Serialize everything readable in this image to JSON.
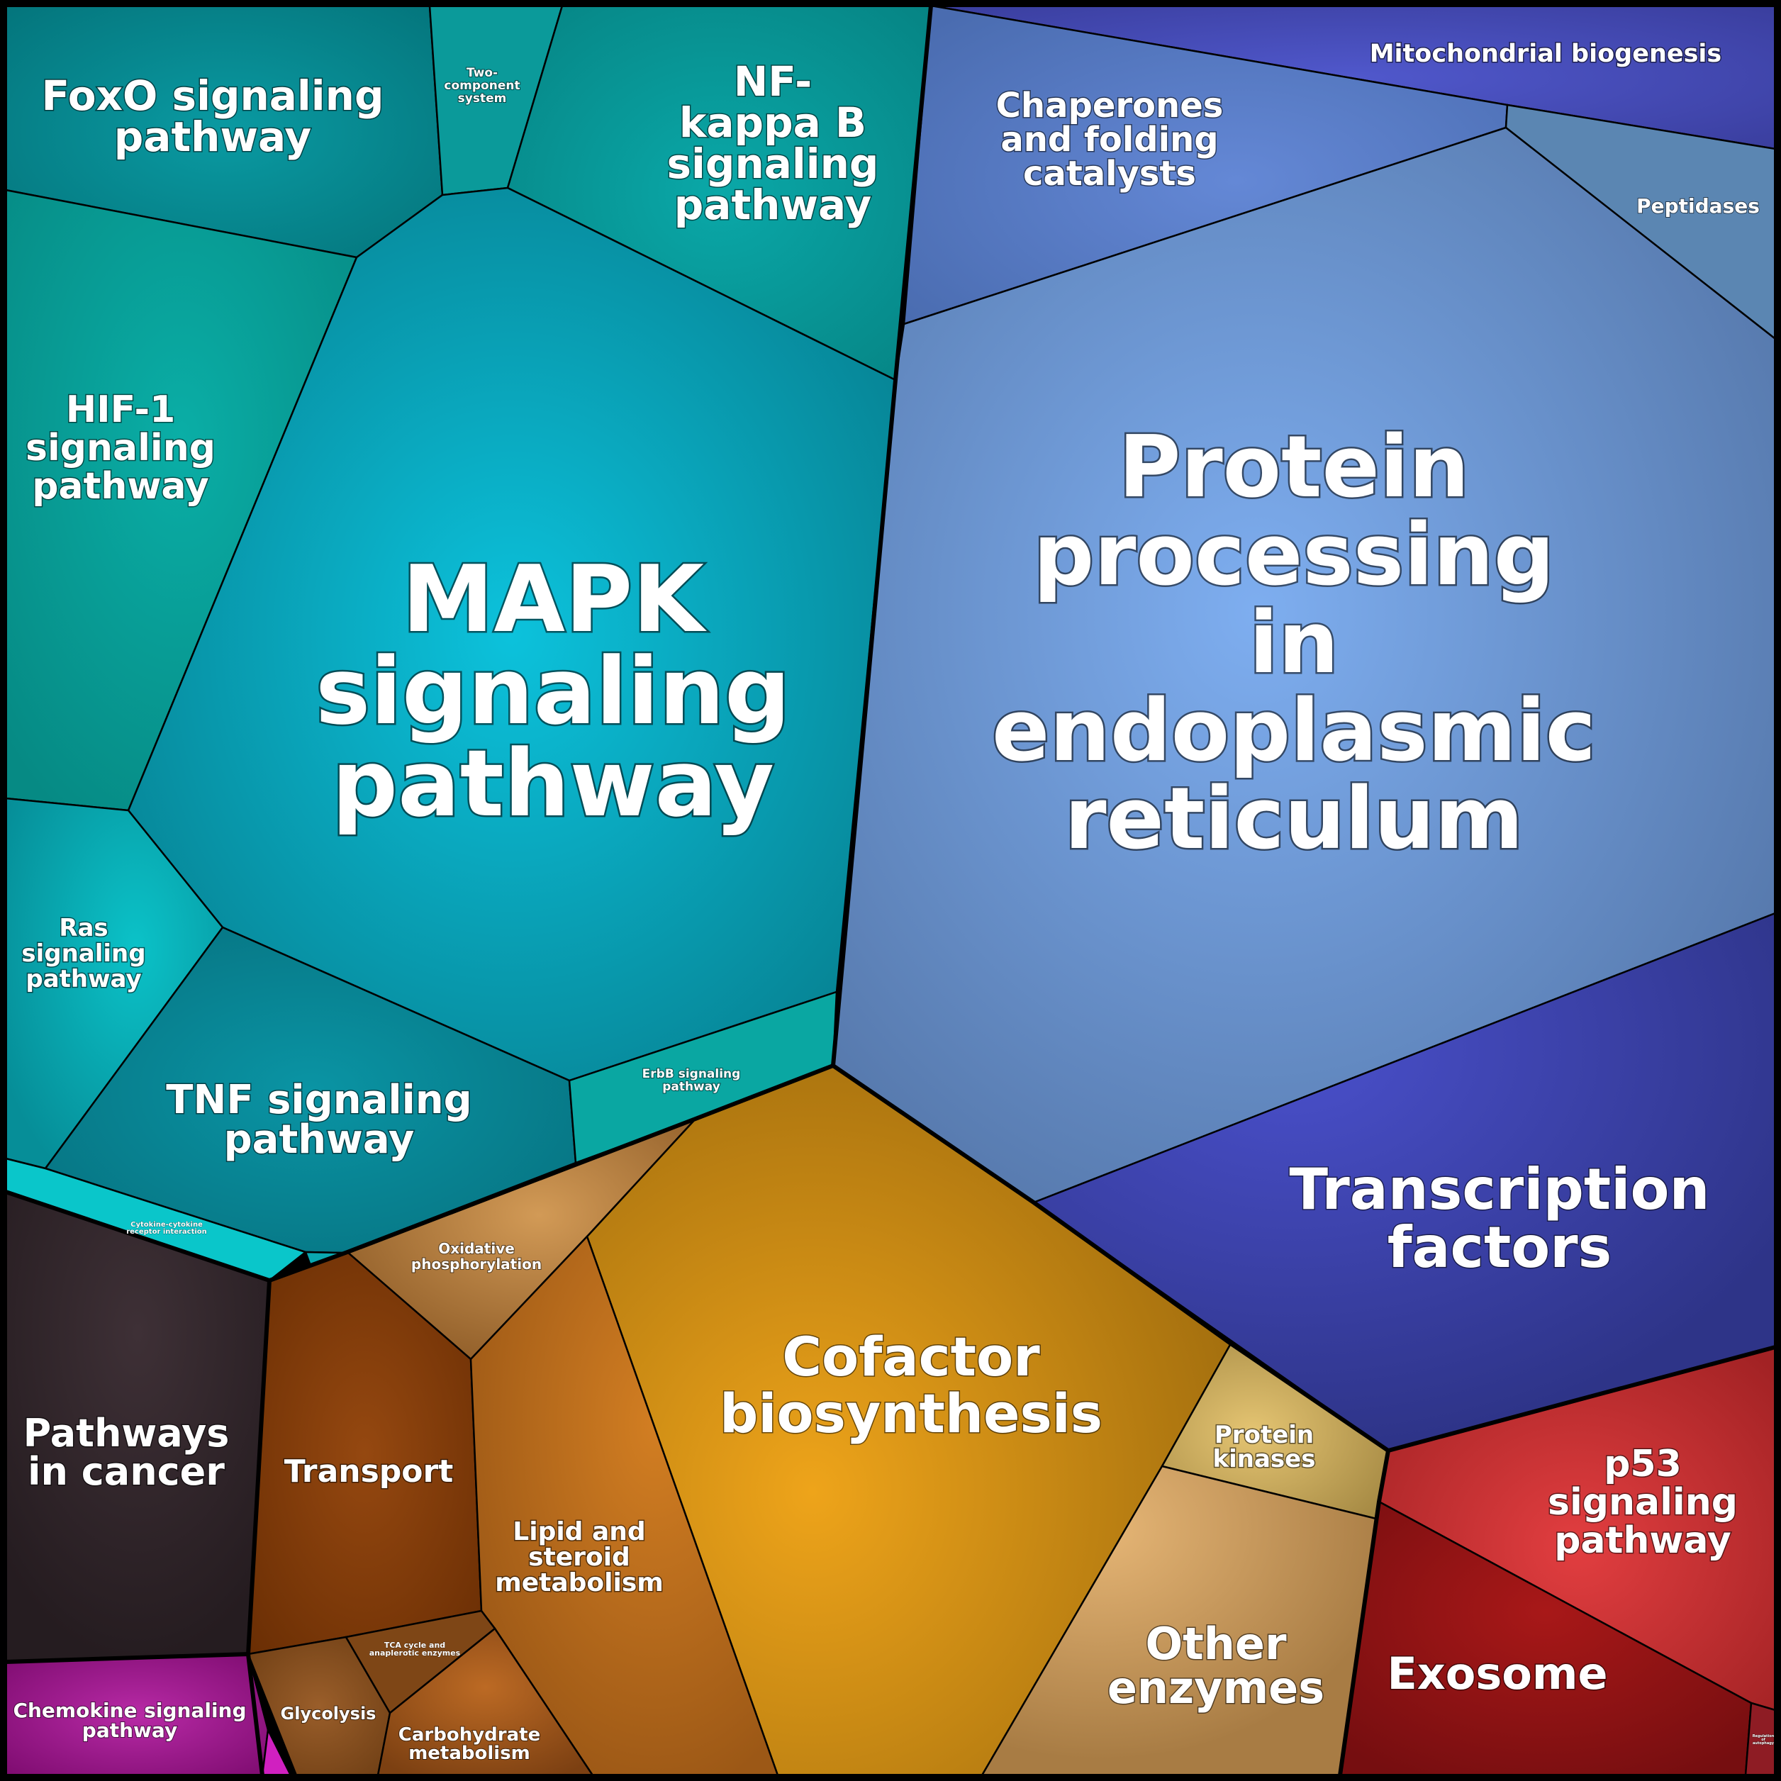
{
  "cells": [
    {
      "id": "foxo",
      "label": "FoxO signaling\npathway",
      "color": "#06878d"
    },
    {
      "id": "two-component",
      "label": "Two-\ncomponent\nsystem",
      "color": "#0b9a9a"
    },
    {
      "id": "nfkb",
      "label": "NF-\nkappa B\nsignaling\npathway",
      "color": "#079a9a"
    },
    {
      "id": "hif1",
      "label": "HIF-1\nsignaling\npathway",
      "color": "#059a94"
    },
    {
      "id": "mapk",
      "label": "MAPK\nsignaling\npathway",
      "color": "#08b2c8"
    },
    {
      "id": "ras",
      "label": "Ras\nsignaling\npathway",
      "color": "#07a6b0"
    },
    {
      "id": "tnf",
      "label": "TNF signaling\npathway",
      "color": "#0a8796"
    },
    {
      "id": "erbb",
      "label": "ErbB signaling\npathway",
      "color": "#0aa7a2"
    },
    {
      "id": "cytokine",
      "label": "Cytokine-cytokine\nreceptor interaction",
      "color": "#0ac6ca"
    },
    {
      "id": "mito",
      "label": "Mitochondrial biogenesis",
      "color": "#4449b4"
    },
    {
      "id": "chaperones",
      "label": "Chaperones\nand folding\ncatalysts",
      "color": "#5a7cc6"
    },
    {
      "id": "peptidases",
      "label": "Peptidases",
      "color": "#5b86b2"
    },
    {
      "id": "protein-er",
      "label": "Protein\nprocessing\nin\nendoplasmic\nreticulum",
      "color": "#6d9ad8"
    },
    {
      "id": "tf",
      "label": "Transcription\nfactors",
      "color": "#3b42a6"
    },
    {
      "id": "cofactor",
      "label": "Cofactor\nbiosynthesis",
      "color": "#cf8e14"
    },
    {
      "id": "oxphos",
      "label": "Oxidative\nphosphorylation",
      "color": "#b27a3a"
    },
    {
      "id": "transport",
      "label": "Transport",
      "color": "#7e3b0a"
    },
    {
      "id": "lipid",
      "label": "Lipid and\nsteroid\nmetabolism",
      "color": "#bb6c1c"
    },
    {
      "id": "protein-kinases",
      "label": "Protein\nkinases",
      "color": "#c8a95a"
    },
    {
      "id": "other-enzymes",
      "label": "Other\nenzymes",
      "color": "#c5955a"
    },
    {
      "id": "glycolysis",
      "label": "Glycolysis",
      "color": "#87501e"
    },
    {
      "id": "tca",
      "label": "TCA cycle and\nanaplerotic enzymes",
      "color": "#7e4616"
    },
    {
      "id": "carbohydrate",
      "label": "Carbohydrate\nmetabolism",
      "color": "#a4581c"
    },
    {
      "id": "pathways-cancer",
      "label": "Pathways\nin cancer",
      "color": "#33262b"
    },
    {
      "id": "chemokine",
      "label": "Chemokine signaling\npathway",
      "color": "#a0168e"
    },
    {
      "id": "p53",
      "label": "p53\nsignaling\npathway",
      "color": "#c02c2e"
    },
    {
      "id": "exosome",
      "label": "Exosome",
      "color": "#8e1414"
    },
    {
      "id": "autophagy",
      "label": "Regulation\nof\nautophagy",
      "color": "#8e1c24"
    }
  ]
}
